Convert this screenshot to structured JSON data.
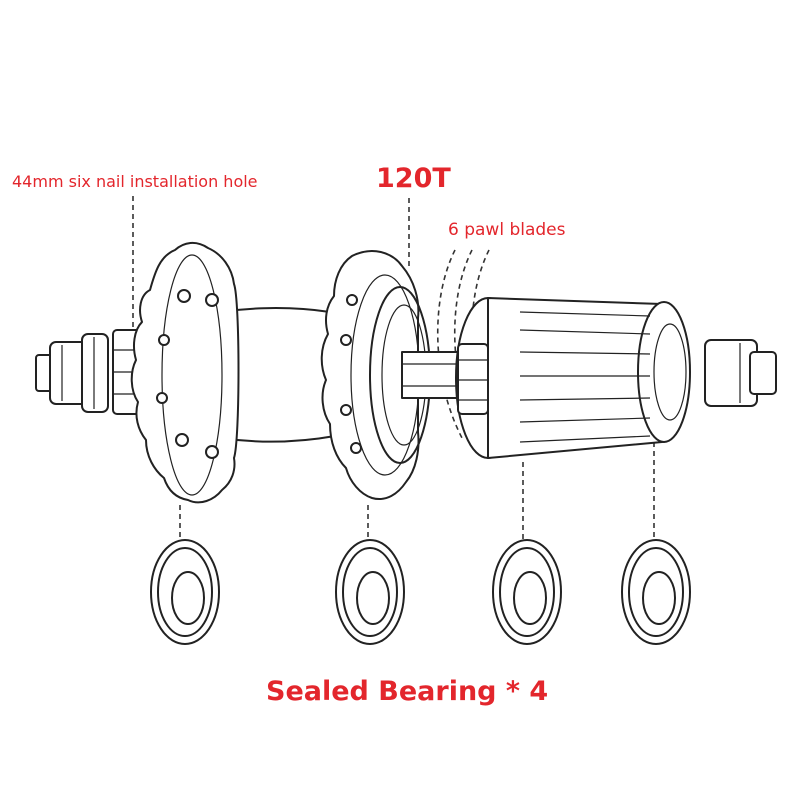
{
  "labels": {
    "mount_hole": "44mm six nail installation hole",
    "engagement": "120T",
    "pawls": "6 pawl blades",
    "bearings": "Sealed Bearing * 4"
  },
  "colors": {
    "label": "#e3262c",
    "line": "#222222",
    "background": "#ffffff"
  }
}
